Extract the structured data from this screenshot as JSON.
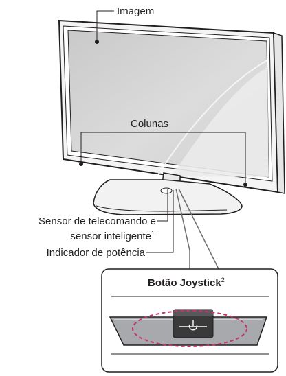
{
  "labels": {
    "screen": "Imagem",
    "speakers": "Colunas",
    "remote_sensor_line1": "Sensor de telecomando e",
    "remote_sensor_line2": "sensor inteligente",
    "remote_sensor_note": "1",
    "power_indicator": "Indicador de potência",
    "joystick_title": "Botão Joystick",
    "joystick_note": "2"
  },
  "colors": {
    "outline": "#231f20",
    "screen_fill": "#d6d6d6",
    "callout_line": "#6d6e71",
    "highlight_dash": "#c8336f",
    "button_fill": "#3a3a3a",
    "panel_fill": "#b3b3b3"
  }
}
